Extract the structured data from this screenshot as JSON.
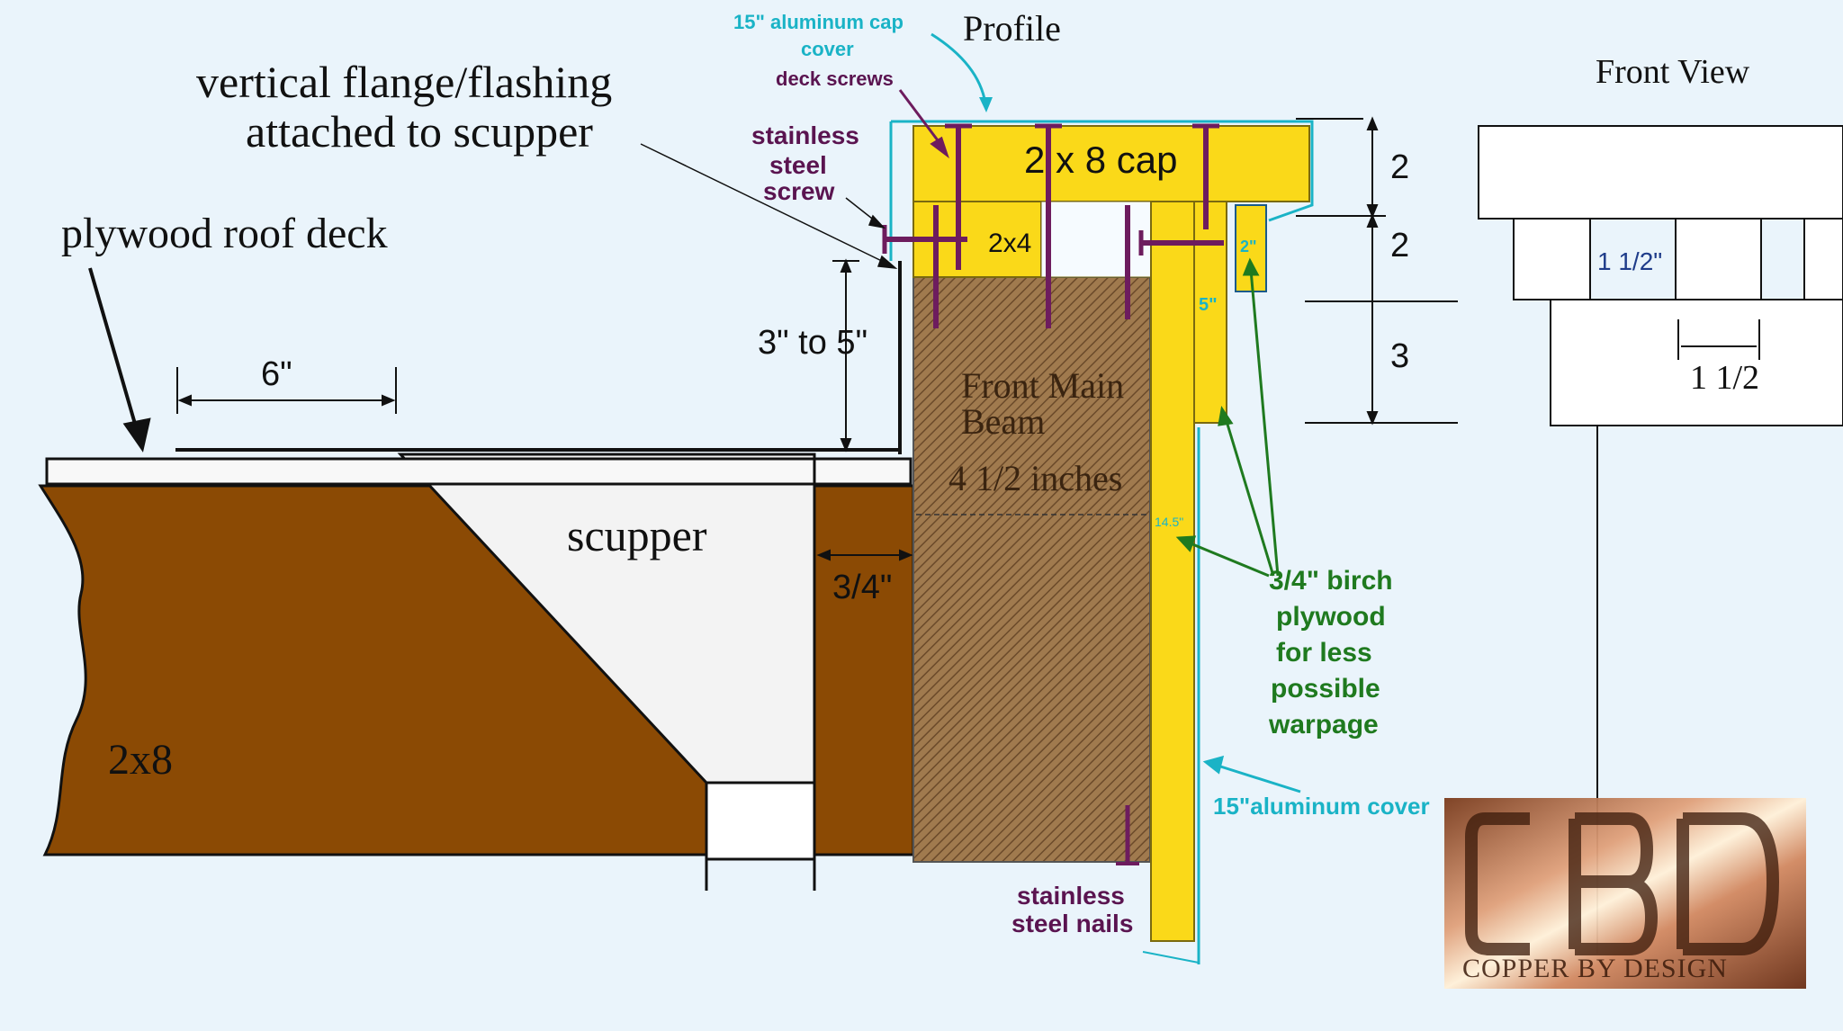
{
  "diagram": {
    "profile_title": "Profile",
    "front_view_title": "Front View",
    "flange_label_line1": "vertical flange/flashing",
    "flange_label_line2": "attached to scupper",
    "roof_deck_label": "plywood roof deck",
    "six_inch_label": "6\"",
    "scupper_label": "scupper",
    "three_quarter_label": "3/4\"",
    "two_by_eight_label": "2x8",
    "three_to_five_label": "3\" to 5\"",
    "cap_cover_line1": "15\" aluminum cap",
    "cap_cover_line2": "cover",
    "deck_screws_label": "deck screws",
    "ss_screw_line1": "stainless",
    "ss_screw_line2": "steel",
    "ss_screw_line3": "screw",
    "cap_label": "2 x 8 cap",
    "two_by_four_label": "2x4",
    "beam_line1": "Front Main",
    "beam_line2": "Beam",
    "beam_line3": "4 1/2 inches",
    "small_145": "14.5\"",
    "small_5": "5\"",
    "small_2": "2\"",
    "birch_line1": "3/4\" birch",
    "birch_line2": "plywood",
    "birch_line3": "for less",
    "birch_line4": "possible",
    "birch_line5": "warpage",
    "alu_cover_label": "15\"aluminum cover",
    "nails_line1": "stainless",
    "nails_line2": "steel nails",
    "dim_2a": "2",
    "dim_2b": "2",
    "dim_3": "3",
    "front_1half_a": "1 1/2\"",
    "front_1half_b": "1 1/2",
    "logo_text": "COPPER BY DESIGN"
  },
  "colors": {
    "background": "#eaf4fb",
    "wood": "#8b4a04",
    "yellow": "#fad919",
    "purple": "#6d1c5e",
    "cyan": "#1ab3c6",
    "green": "#1f7a1f",
    "dark_purple_text": "#5a1450",
    "navy": "#1f3c8a"
  }
}
